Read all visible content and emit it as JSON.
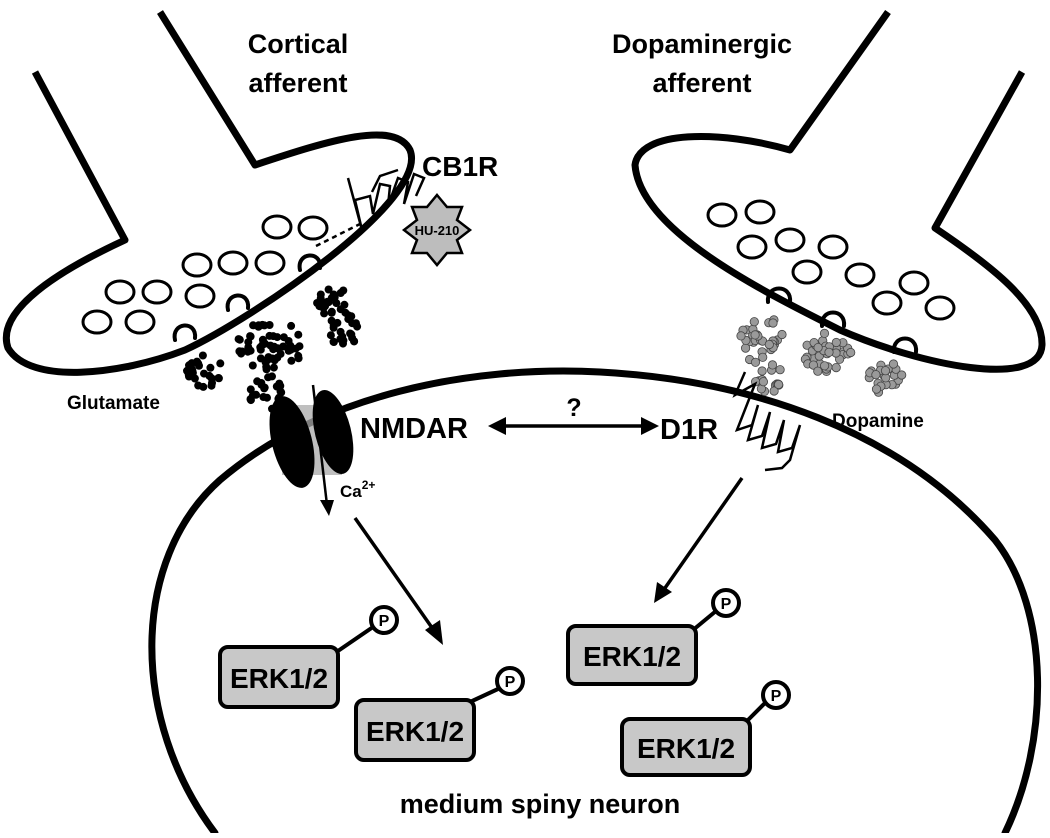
{
  "labels": {
    "cortical_title_line1": "Cortical",
    "cortical_title_line2": "afferent",
    "dopaminergic_title_line1": "Dopaminergic",
    "dopaminergic_title_line2": "afferent",
    "cb1r": "CB1R",
    "hu210": "HU-210",
    "glutamate": "Glutamate",
    "dopamine": "Dopamine",
    "nmdar": "NMDAR",
    "question": "?",
    "d1r": "D1R",
    "calcium": "Ca",
    "calcium_charge": "2+",
    "neuron": "medium spiny neuron"
  },
  "erk": [
    {
      "label": "ERK1/2",
      "phospho": "P"
    },
    {
      "label": "ERK1/2",
      "phospho": "P"
    },
    {
      "label": "ERK1/2",
      "phospho": "P"
    },
    {
      "label": "ERK1/2",
      "phospho": "P"
    }
  ],
  "colors": {
    "erk_fill": "#c8c8c8",
    "dopamine_dots": "#9a9a9a",
    "glutamate_dots": "#000000"
  }
}
